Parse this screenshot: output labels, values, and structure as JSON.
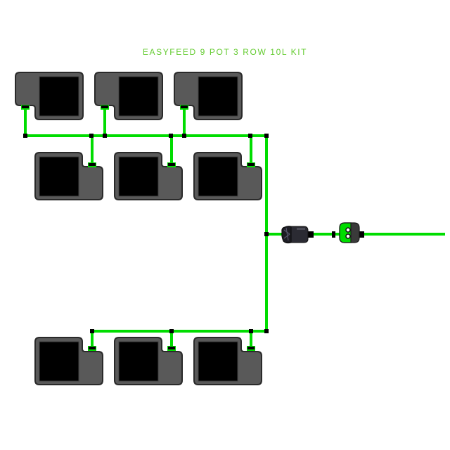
{
  "title": "EASYFEED 9 POT 3 ROW 10L KIT",
  "colors": {
    "pipe": "#00dd00",
    "joint": "#000000",
    "pot_body": "#595959",
    "pot_outline": "#2a2a2a",
    "pot_inner": "#000000",
    "title": "#66cc33",
    "valve_green": "#00dd00",
    "valve_dark": "#3a3a3a"
  },
  "rows": [
    {
      "name": "row-1",
      "pots": [
        "pot-1",
        "pot-2",
        "pot-3"
      ]
    },
    {
      "name": "row-2",
      "pots": [
        "pot-4",
        "pot-5",
        "pot-6"
      ]
    },
    {
      "name": "row-3",
      "pots": [
        "pot-7",
        "pot-8",
        "pot-9"
      ]
    }
  ],
  "components": [
    {
      "name": "inline-filter",
      "icon": "filter-icon"
    },
    {
      "name": "shutoff-valve",
      "icon": "valve-icon"
    },
    {
      "name": "feed-line",
      "icon": "hose-icon"
    }
  ]
}
